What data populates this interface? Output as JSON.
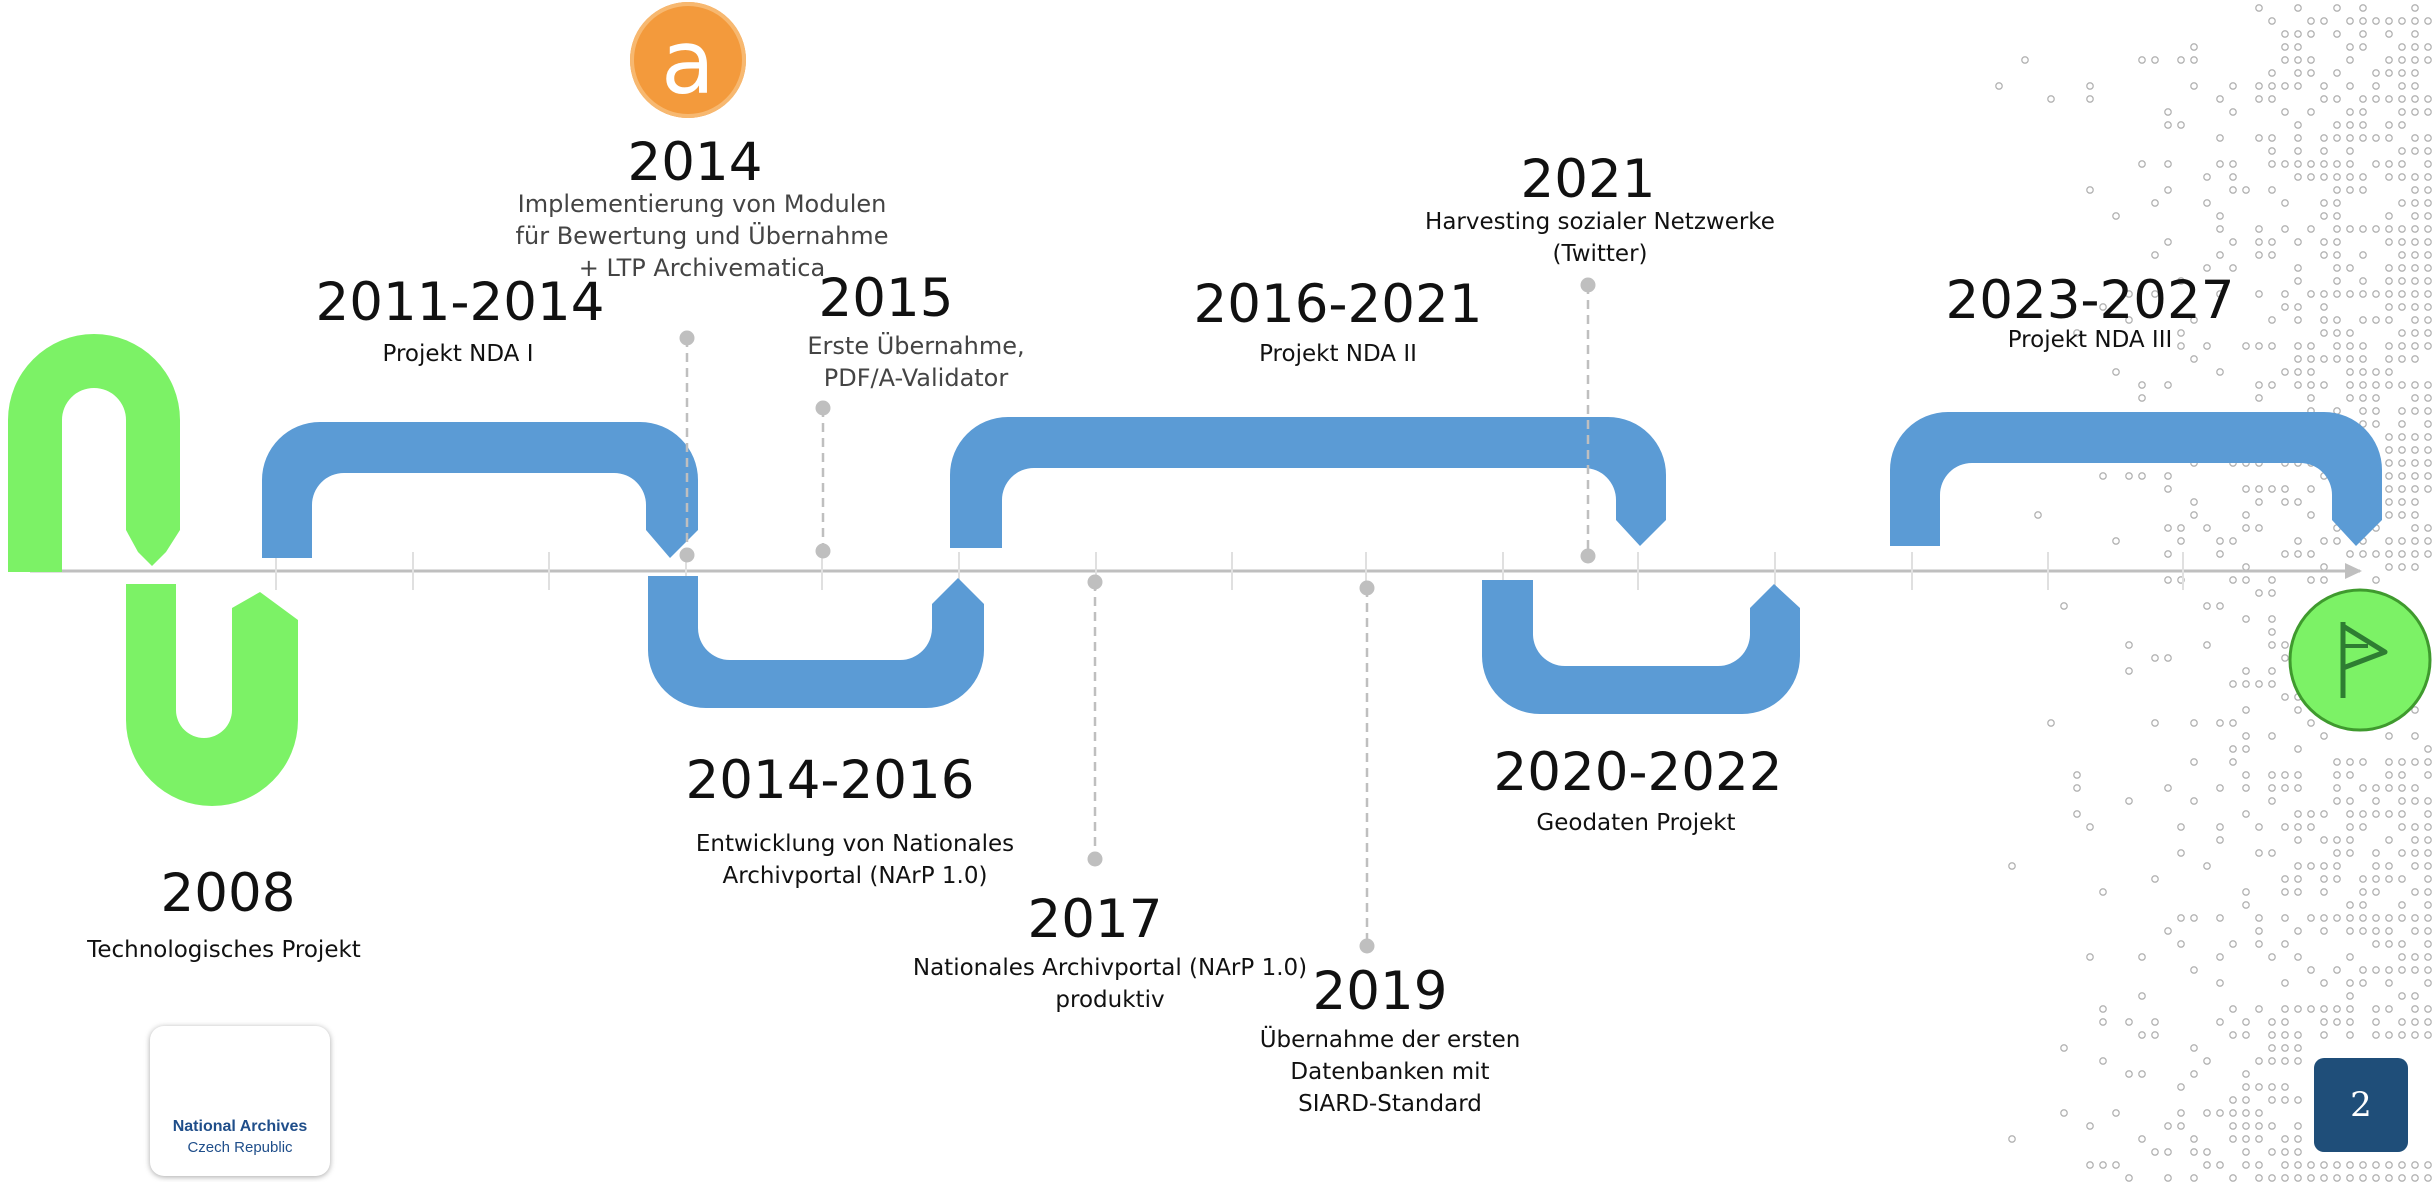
{
  "colors": {
    "green_band": "#7cf266",
    "blue_band": "#5b9bd5",
    "axis": "#bfbfbf",
    "leader": "#bfbfbf",
    "flag_circle": "#7cf266",
    "page_box": "#1f4e79",
    "archivematica_orange": "#f39a3c"
  },
  "milestones": [
    {
      "id": "2008",
      "year": "2008",
      "lines": [
        "Technologisches Projekt"
      ]
    },
    {
      "id": "2011-2014",
      "year": "2011-2014",
      "lines": [
        "Projekt NDA I"
      ]
    },
    {
      "id": "2014",
      "year": "2014",
      "lines": [
        "Implementierung von Modulen",
        "für Bewertung und Übernahme",
        "+ LTP Archivematica"
      ]
    },
    {
      "id": "2014-2016",
      "year": "2014-2016",
      "lines": [
        "Entwicklung von Nationales",
        "Archivportal (NArP 1.0)"
      ]
    },
    {
      "id": "2015",
      "year": "2015",
      "lines": [
        "Erste Übernahme,",
        "PDF/A-Validator"
      ]
    },
    {
      "id": "2016-2021",
      "year": "2016-2021",
      "lines": [
        "Projekt NDA II"
      ]
    },
    {
      "id": "2017",
      "year": "2017",
      "lines": [
        "Nationales Archivportal (NArP 1.0)",
        "produktiv"
      ]
    },
    {
      "id": "2019",
      "year": "2019",
      "lines": [
        "Übernahme der ersten",
        "Datenbanken mit",
        "SIARD-Standard"
      ]
    },
    {
      "id": "2020-2022",
      "year": "2020-2022",
      "lines": [
        "Geodaten Projekt"
      ]
    },
    {
      "id": "2021",
      "year": "2021",
      "lines": [
        "Harvesting sozialer Netzwerke",
        "(Twitter)"
      ]
    },
    {
      "id": "2023-2027",
      "year": "2023-2027",
      "lines": [
        "Projekt NDA III"
      ]
    }
  ],
  "icons": {
    "archivematica": "archivematica-logo-icon",
    "goal": "flag-icon",
    "logo": "national-archives-logo-icon"
  },
  "logo": {
    "name": "National Archives",
    "sub": "Czech Republic"
  },
  "page_number": "2",
  "archivematica_letter": "a"
}
